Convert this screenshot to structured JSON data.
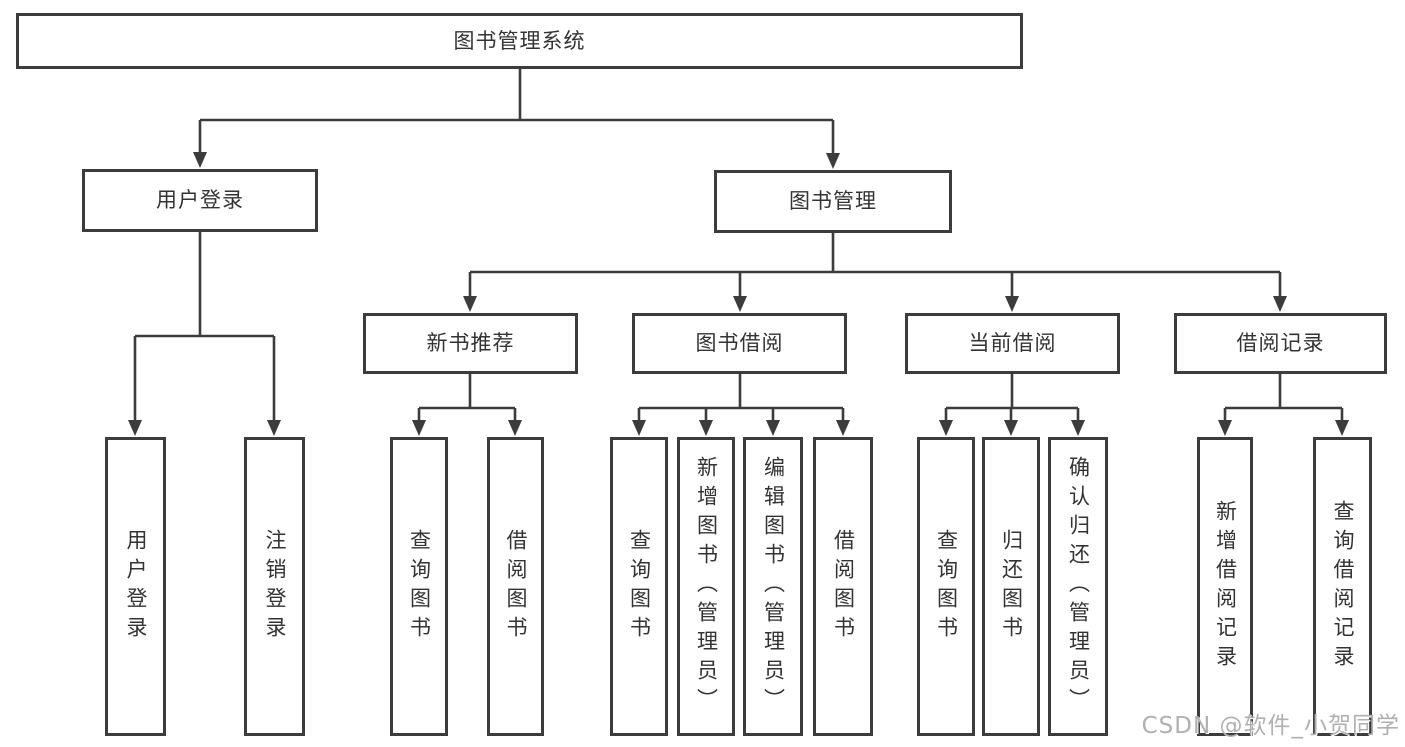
{
  "colors": {
    "line": "#3c3c3c",
    "box_border": "#3c3c3c",
    "text": "#333333",
    "background": "#ffffff",
    "watermark": "#b0b0b0"
  },
  "watermark": {
    "text": "CSDN @软件_小贺同学"
  },
  "tree": {
    "label": "图书管理系统",
    "children": [
      {
        "label": "用户登录",
        "children": [
          {
            "label": "用户登录"
          },
          {
            "label": "注销登录"
          }
        ]
      },
      {
        "label": "图书管理",
        "children": [
          {
            "label": "新书推荐",
            "children": [
              {
                "label": "查询图书"
              },
              {
                "label": "借阅图书"
              }
            ]
          },
          {
            "label": "图书借阅",
            "children": [
              {
                "label": "查询图书"
              },
              {
                "label": "新增图书（管理员）"
              },
              {
                "label": "编辑图书（管理员）"
              },
              {
                "label": "借阅图书"
              }
            ]
          },
          {
            "label": "当前借阅",
            "children": [
              {
                "label": "查询图书"
              },
              {
                "label": "归还图书"
              },
              {
                "label": "确认归还（管理员）"
              }
            ]
          },
          {
            "label": "借阅记录",
            "children": [
              {
                "label": "新增借阅记录"
              },
              {
                "label": "查询借阅记录"
              }
            ]
          }
        ]
      }
    ]
  }
}
